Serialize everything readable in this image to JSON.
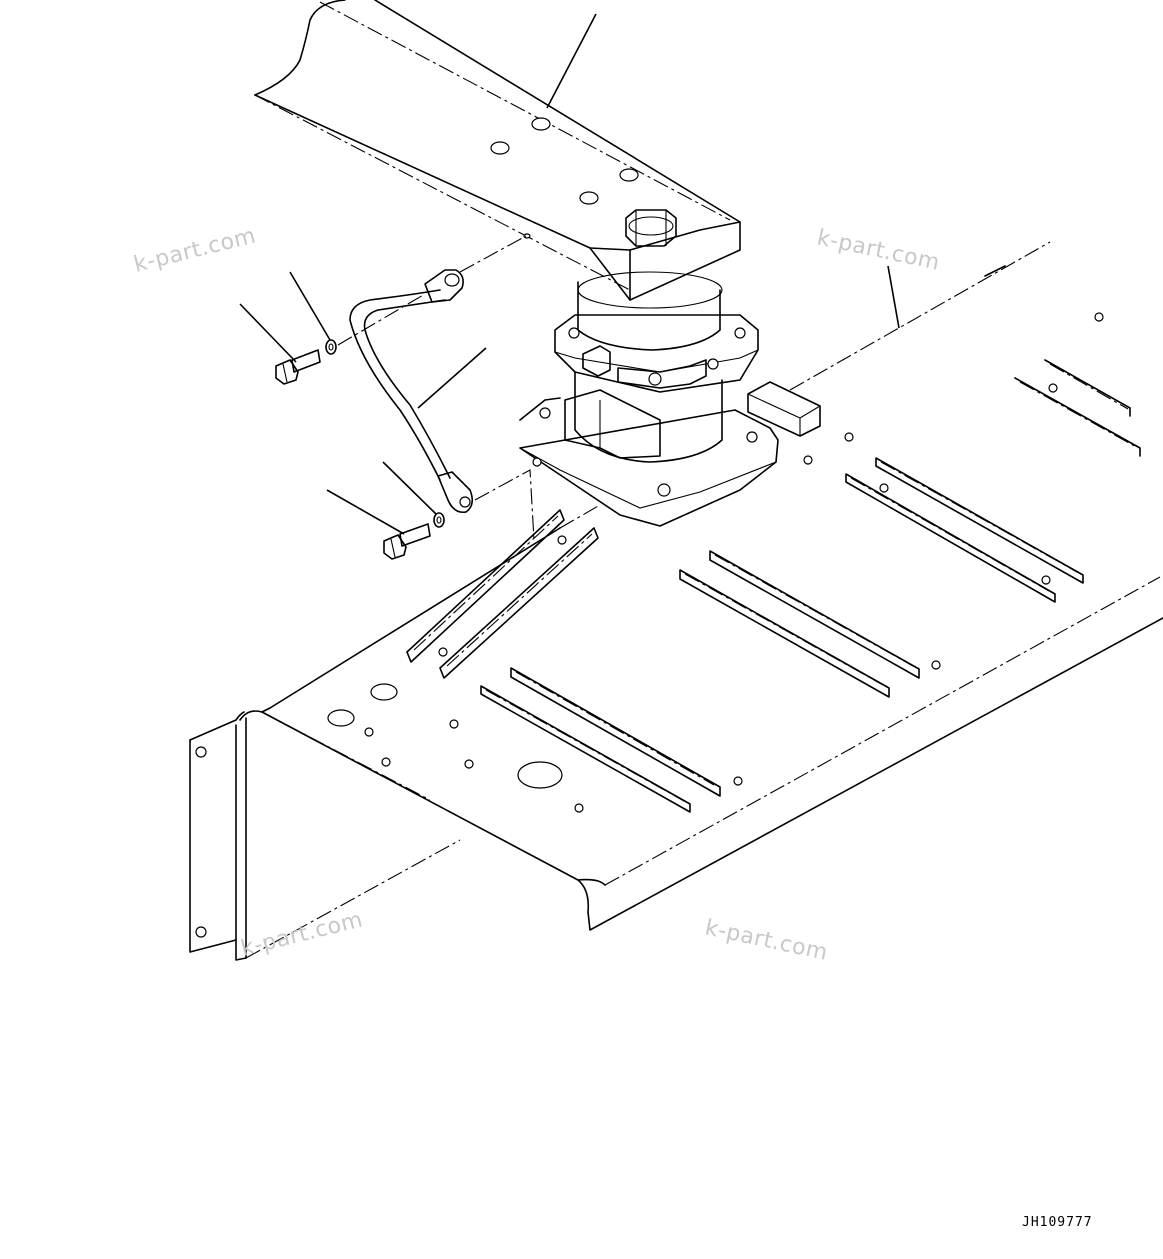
{
  "watermarks": [
    "k-part.com",
    "k-part.com",
    "k-part.com",
    "k-part.com"
  ],
  "drawing_code": "JH109777",
  "parts": {
    "upper_frame": "upper-frame",
    "swivel_joint": "swivel-joint",
    "ground_cable": "ground-cable",
    "bolt_upper": "bolt",
    "washer_upper": "washer",
    "bolt_lower": "bolt",
    "washer_lower": "washer",
    "lower_frame": "track-frame"
  }
}
